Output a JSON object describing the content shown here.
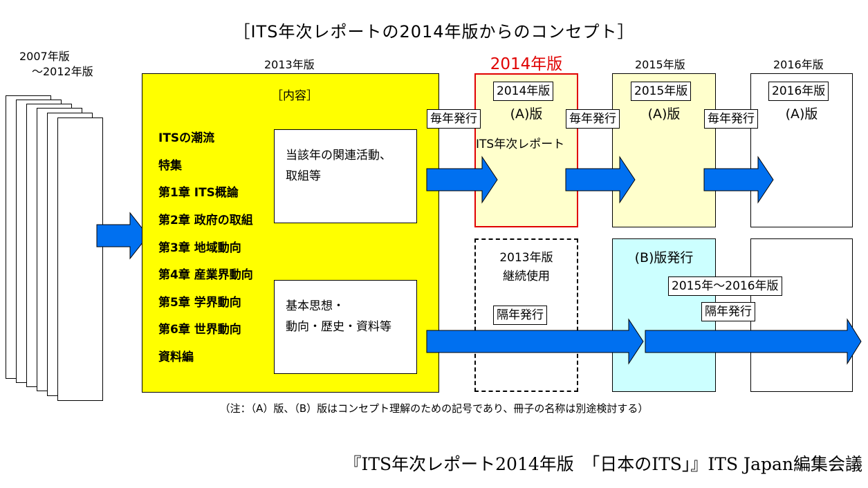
{
  "title": "［ITS年次レポートの2014年版からのコンセプト］",
  "legacy": {
    "label_line1": "2007年版",
    "label_line2": "～2012年版"
  },
  "ed2013": {
    "label": "2013年版",
    "contents_header": "［内容］",
    "chapters": [
      "ITSの潮流",
      "特集",
      "第1章 ITS概論",
      "第2章 政府の取組",
      "第3章 地域動向",
      "第4章 産業界動向",
      "第5章 学界動向",
      "第6章 世界動向",
      "資料編"
    ],
    "box_top_line1": "当該年の関連活動、",
    "box_top_line2": "取組等",
    "box_bottom_line1": "基本思想・",
    "box_bottom_line2": "動向・歴史・資料等"
  },
  "ed2014": {
    "label": "2014年版",
    "tag": "2014年版",
    "version": "(A)版",
    "report_name": "ITS年次レポート",
    "bottom_line1": "2013年版",
    "bottom_line2": "継続使用",
    "bottom_tag": "隔年発行"
  },
  "ed2015": {
    "label": "2015年版",
    "tag": "2015年版",
    "version": "(A)版",
    "bottom_title": "(B)版発行"
  },
  "ed2016": {
    "label": "2016年版",
    "tag": "2016年版",
    "version": "(A)版"
  },
  "annual_tag": "毎年発行",
  "span_tag": "2015年～2016年版",
  "biennial_tag": "隔年発行",
  "note": "（注：（A）版、（B）版はコンセプト理解のための記号であり、冊子の名称は別途検討する）",
  "footer": "『ITS年次レポート2014年版　「日本のITS」』ITS Japan編集会議",
  "colors": {
    "arrow": "#0070f0",
    "yellow": "#ffff00",
    "light_yellow": "#ffffcc",
    "light_cyan": "#ccffff",
    "red": "#e00000"
  }
}
